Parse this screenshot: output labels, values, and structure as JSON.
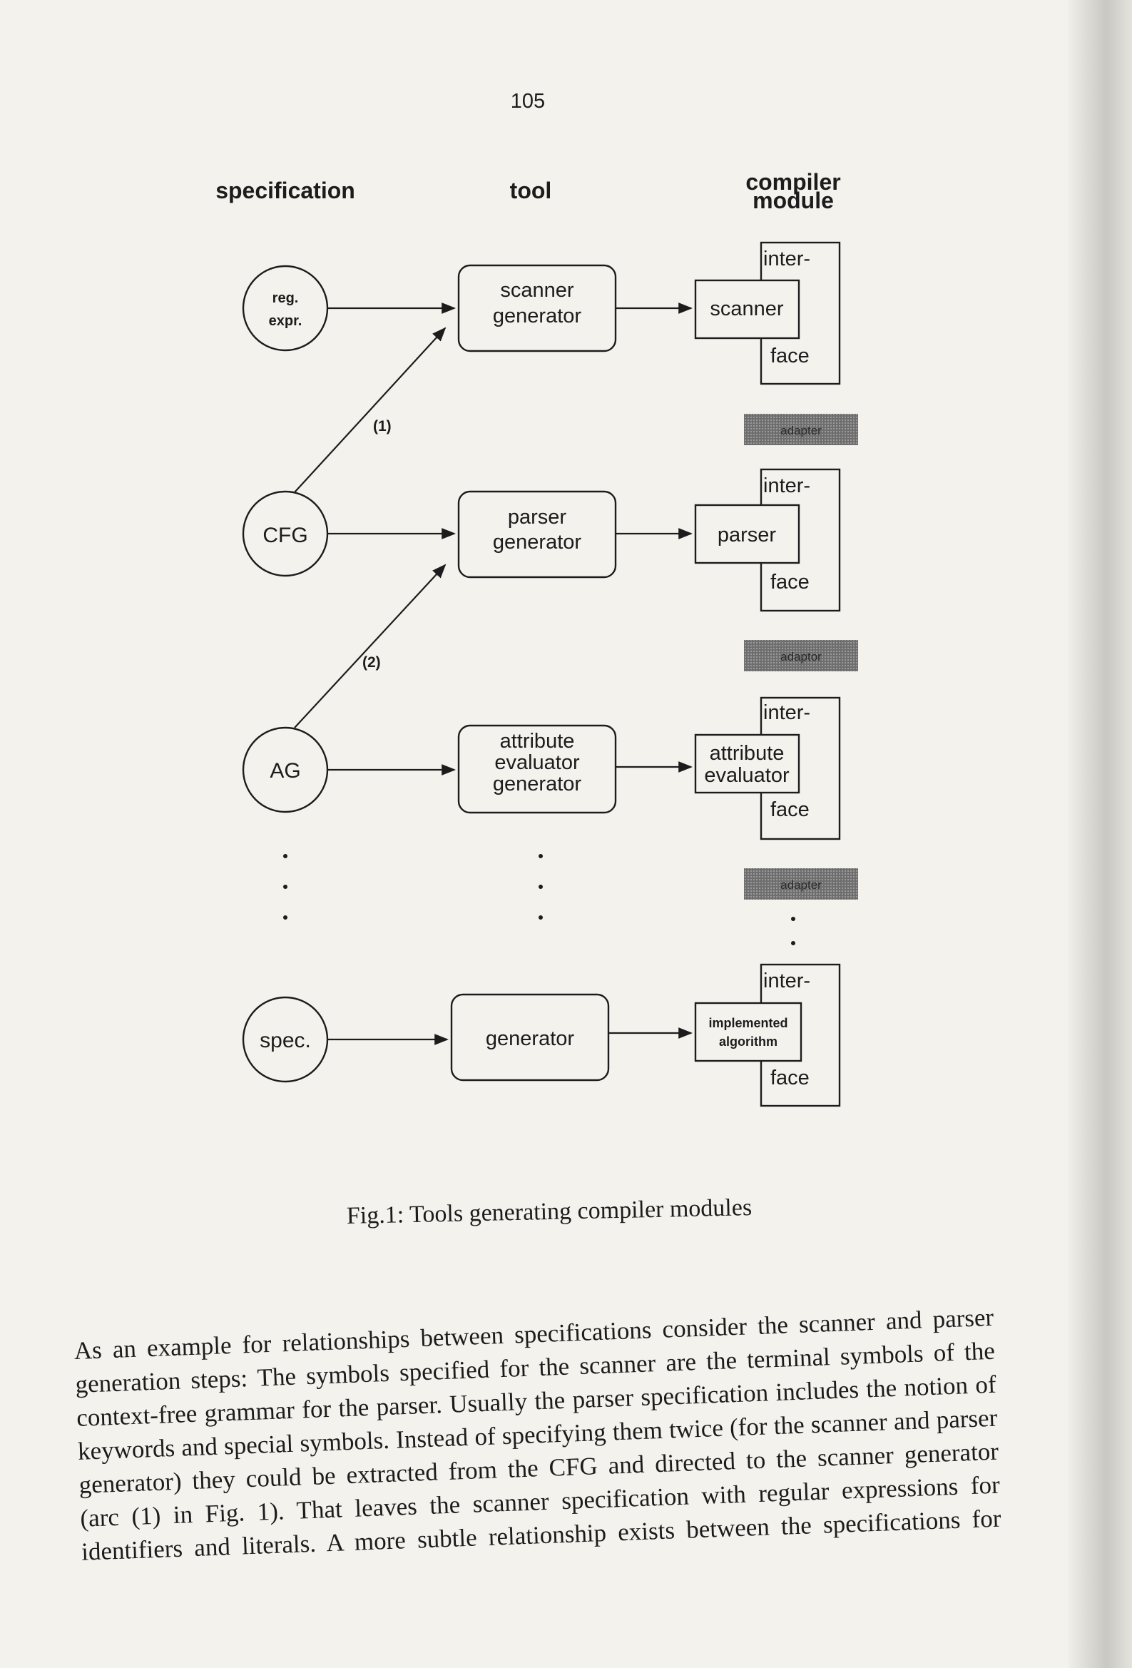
{
  "page_number": "105",
  "figure": {
    "columns": {
      "specification": "specification",
      "tool": "tool",
      "compiler_line1": "compiler",
      "compiler_line2": "module"
    },
    "specs": {
      "reg_line1": "reg.",
      "reg_line2": "expr.",
      "cfg": "CFG",
      "ag": "AG",
      "spec": "spec."
    },
    "tools": {
      "scanner_line1": "scanner",
      "scanner_line2": "generator",
      "parser_line1": "parser",
      "parser_line2": "generator",
      "attr_line1": "attribute",
      "attr_line2": "evaluator",
      "attr_line3": "generator",
      "generic": "generator"
    },
    "modules": {
      "scanner": "scanner",
      "parser": "parser",
      "attr_line1": "attribute",
      "attr_line2": "evaluator",
      "impl_line1": "implemented",
      "impl_line2": "algorithm"
    },
    "interface_top": "inter-",
    "interface_bottom": "face",
    "adaptor_1": "adapter",
    "adaptor_2": "adaptor",
    "adaptor_3": "adapter",
    "arc_1": "(1)",
    "arc_2": "(2)"
  },
  "caption": "Fig.1: Tools generating compiler modules",
  "body_lines": [
    "As an example for relationships between specifications consider the scanner and parser",
    "generation steps: The symbols specified for the scanner are the terminal symbols of the",
    "context-free grammar for the parser. Usually the parser specification includes the notion of",
    "keywords and special symbols. Instead of specifying them twice (for the scanner and parser",
    "generator) they could be extracted from the CFG and directed to the scanner generator",
    "(arc (1) in Fig. 1). That leaves the scanner specification with regular expressions for",
    "identifiers and literals. A more subtle relationship exists between the specifications for"
  ]
}
